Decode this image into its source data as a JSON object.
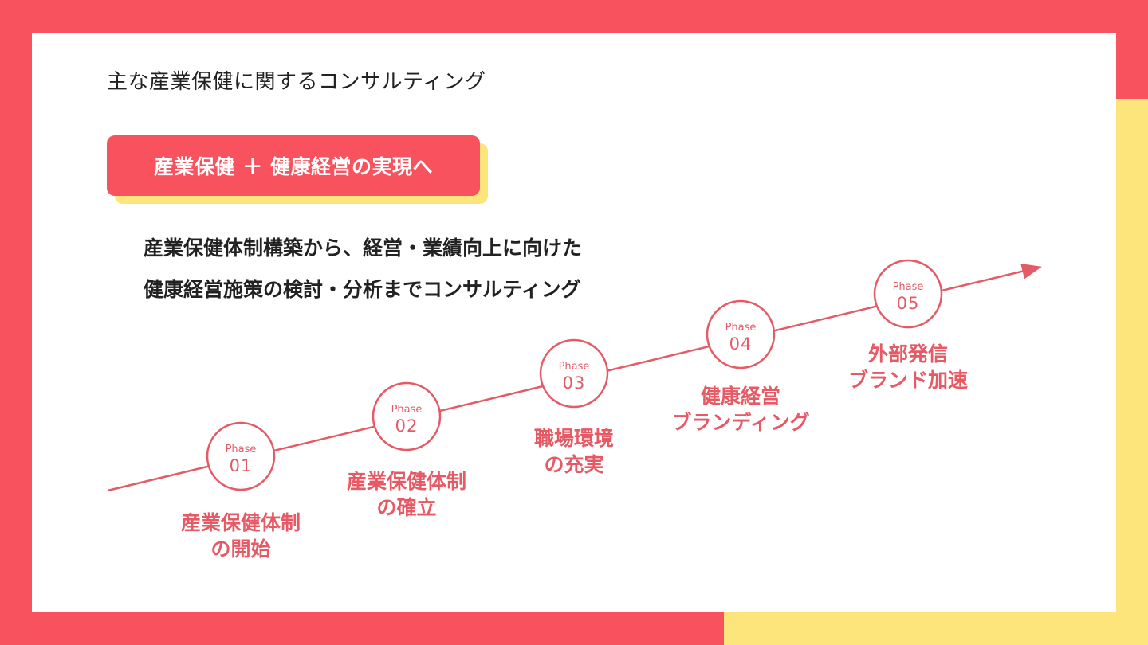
{
  "title": "主な産業保健に関するコンサルティング",
  "banner": "産業保健 ＋ 健康経営の実現へ",
  "description": [
    "産業保健体制構築から、経営・業績向上に向けた",
    "健康経営施策の検討・分析までコンサルティング"
  ],
  "colors": {
    "primary": "#f9525f",
    "accent": "#fde57b",
    "line": "#e35b66",
    "text": "#222222"
  },
  "phases": [
    {
      "tag": "Phase",
      "number": "01",
      "label_lines": [
        "産業保健体制",
        "の開始"
      ]
    },
    {
      "tag": "Phase",
      "number": "02",
      "label_lines": [
        "産業保健体制",
        "の確立"
      ]
    },
    {
      "tag": "Phase",
      "number": "03",
      "label_lines": [
        "職場環境",
        "の充実"
      ]
    },
    {
      "tag": "Phase",
      "number": "04",
      "label_lines": [
        "健康経営",
        "ブランディング"
      ]
    },
    {
      "tag": "Phase",
      "number": "05",
      "label_lines": [
        "外部発信",
        "ブランド加速"
      ]
    }
  ]
}
